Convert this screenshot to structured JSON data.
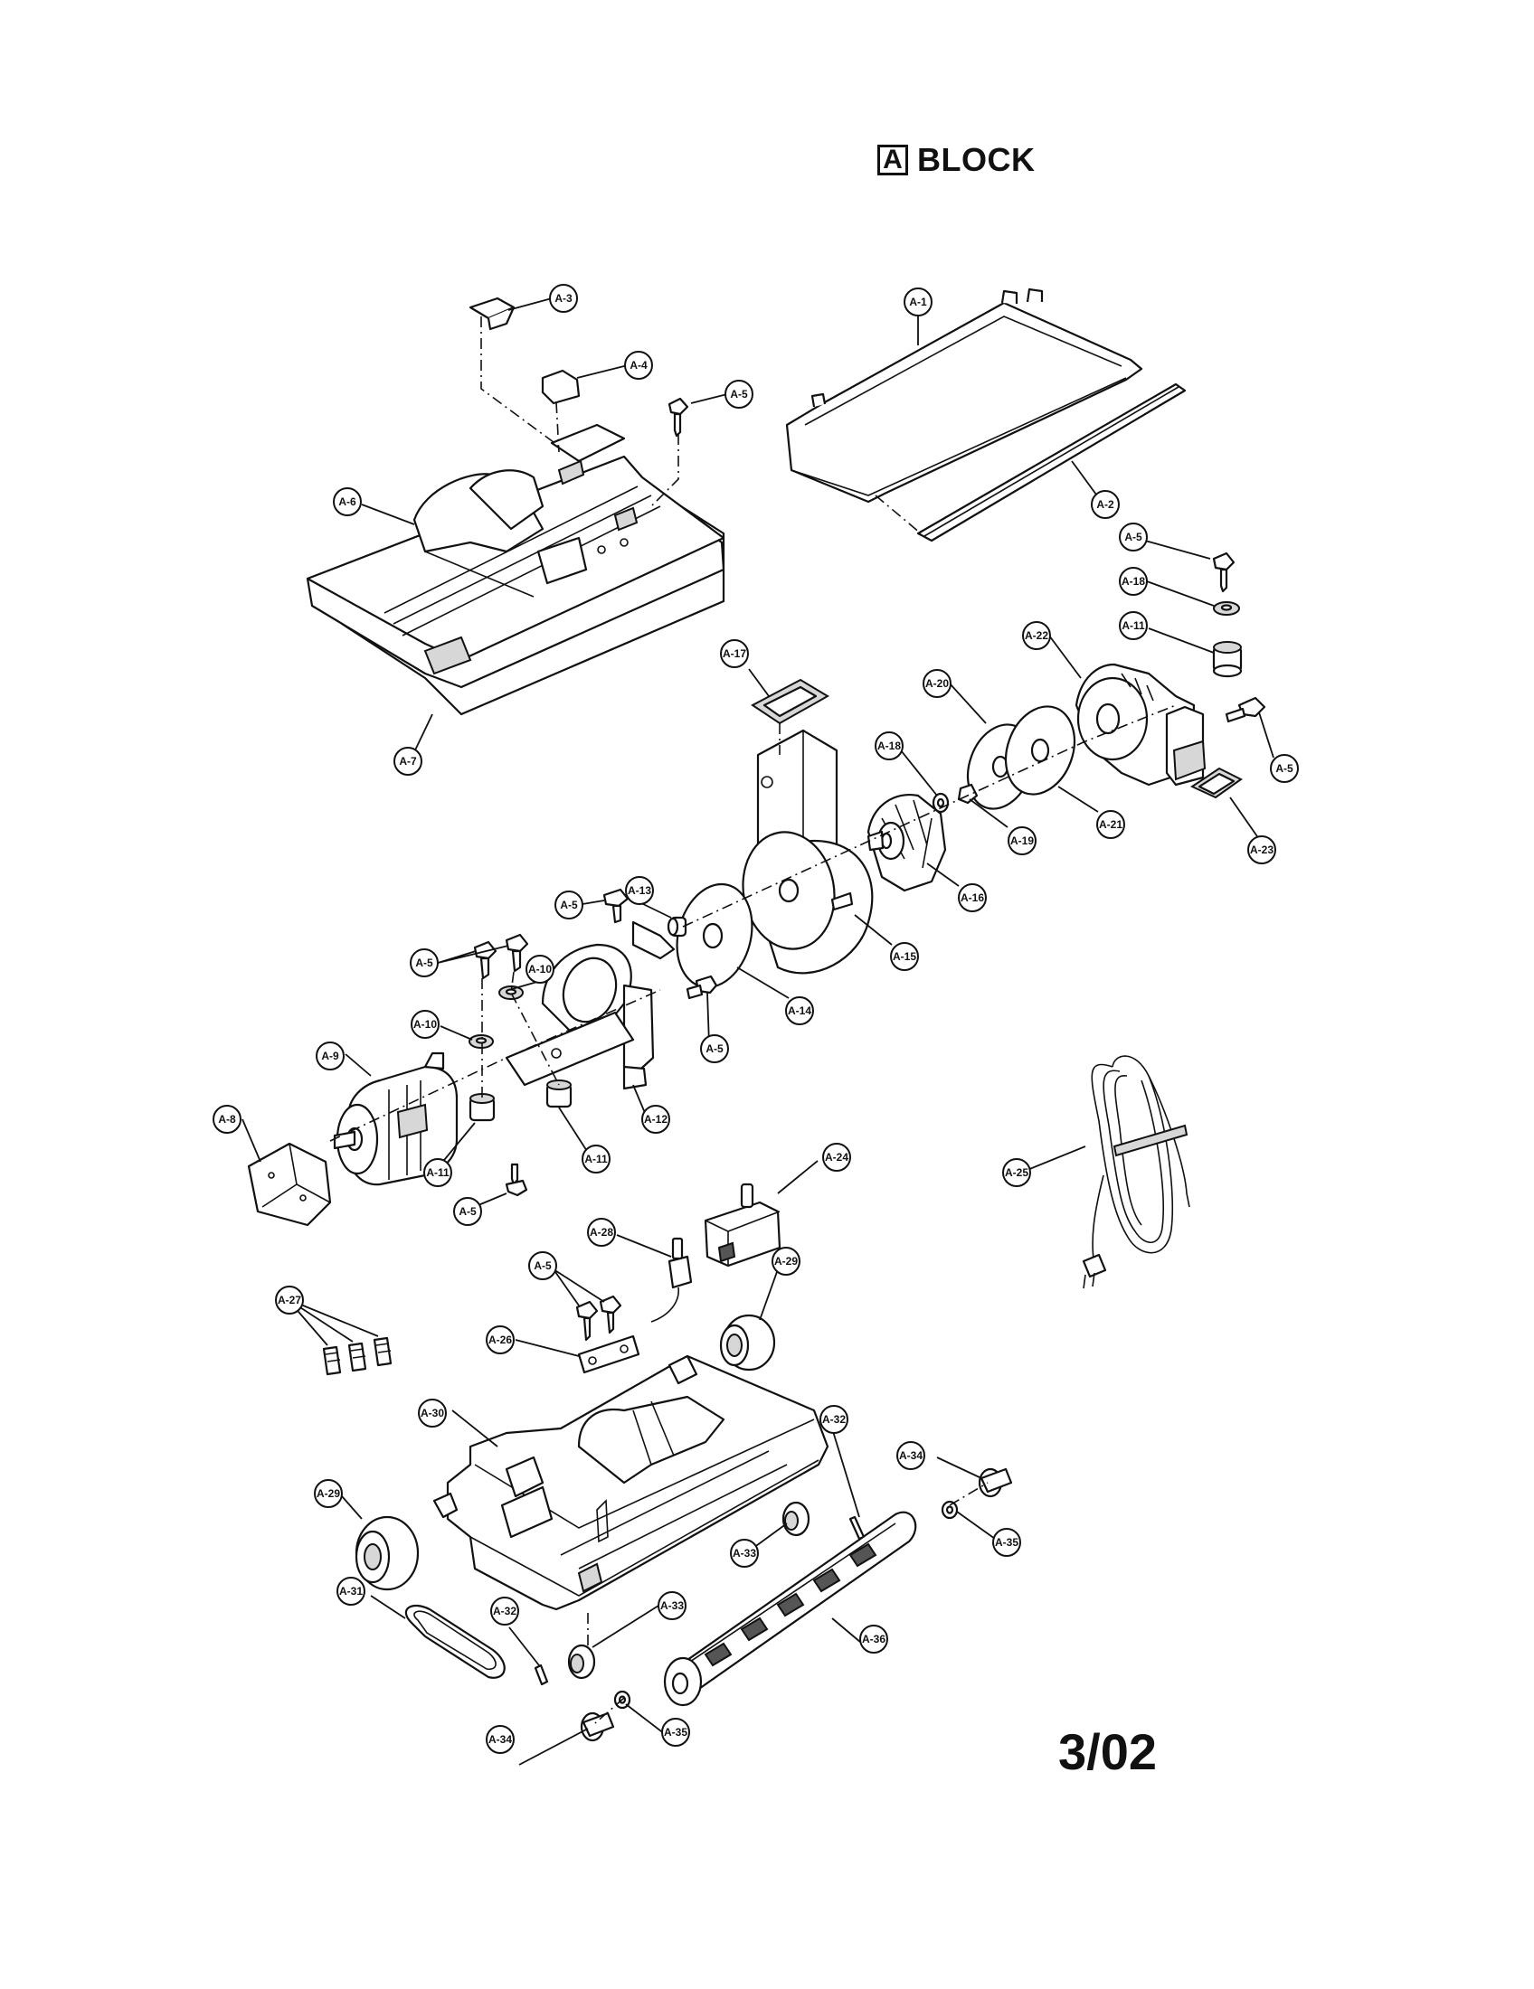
{
  "header": {
    "block_letter": "A",
    "block_label": "BLOCK"
  },
  "footer": {
    "page_number": "3/02"
  },
  "callouts": [
    {
      "id": "A-1",
      "label": "A-1"
    },
    {
      "id": "A-2",
      "label": "A-2"
    },
    {
      "id": "A-3",
      "label": "A-3"
    },
    {
      "id": "A-4",
      "label": "A-4"
    },
    {
      "id": "A-5a",
      "label": "A-5"
    },
    {
      "id": "A-6",
      "label": "A-6"
    },
    {
      "id": "A-7",
      "label": "A-7"
    },
    {
      "id": "A-5b",
      "label": "A-5"
    },
    {
      "id": "A-18a",
      "label": "A-18"
    },
    {
      "id": "A-11a",
      "label": "A-11"
    },
    {
      "id": "A-22",
      "label": "A-22"
    },
    {
      "id": "A-17",
      "label": "A-17"
    },
    {
      "id": "A-20",
      "label": "A-20"
    },
    {
      "id": "A-18b",
      "label": "A-18"
    },
    {
      "id": "A-5c",
      "label": "A-5"
    },
    {
      "id": "A-21",
      "label": "A-21"
    },
    {
      "id": "A-19",
      "label": "A-19"
    },
    {
      "id": "A-23",
      "label": "A-23"
    },
    {
      "id": "A-16",
      "label": "A-16"
    },
    {
      "id": "A-15",
      "label": "A-15"
    },
    {
      "id": "A-5d",
      "label": "A-5"
    },
    {
      "id": "A-13",
      "label": "A-13"
    },
    {
      "id": "A-10a",
      "label": "A-10"
    },
    {
      "id": "A-5e",
      "label": "A-5"
    },
    {
      "id": "A-14",
      "label": "A-14"
    },
    {
      "id": "A-10b",
      "label": "A-10"
    },
    {
      "id": "A-5f",
      "label": "A-5"
    },
    {
      "id": "A-9",
      "label": "A-9"
    },
    {
      "id": "A-8",
      "label": "A-8"
    },
    {
      "id": "A-12",
      "label": "A-12"
    },
    {
      "id": "A-11b",
      "label": "A-11"
    },
    {
      "id": "A-11c",
      "label": "A-11"
    },
    {
      "id": "A-5g",
      "label": "A-5"
    },
    {
      "id": "A-24",
      "label": "A-24"
    },
    {
      "id": "A-25",
      "label": "A-25"
    },
    {
      "id": "A-28",
      "label": "A-28"
    },
    {
      "id": "A-5h",
      "label": "A-5"
    },
    {
      "id": "A-29a",
      "label": "A-29"
    },
    {
      "id": "A-27",
      "label": "A-27"
    },
    {
      "id": "A-26",
      "label": "A-26"
    },
    {
      "id": "A-30",
      "label": "A-30"
    },
    {
      "id": "A-32a",
      "label": "A-32"
    },
    {
      "id": "A-34a",
      "label": "A-34"
    },
    {
      "id": "A-29b",
      "label": "A-29"
    },
    {
      "id": "A-35a",
      "label": "A-35"
    },
    {
      "id": "A-33a",
      "label": "A-33"
    },
    {
      "id": "A-31",
      "label": "A-31"
    },
    {
      "id": "A-33b",
      "label": "A-33"
    },
    {
      "id": "A-32b",
      "label": "A-32"
    },
    {
      "id": "A-36",
      "label": "A-36"
    },
    {
      "id": "A-35b",
      "label": "A-35"
    },
    {
      "id": "A-34b",
      "label": "A-34"
    }
  ]
}
